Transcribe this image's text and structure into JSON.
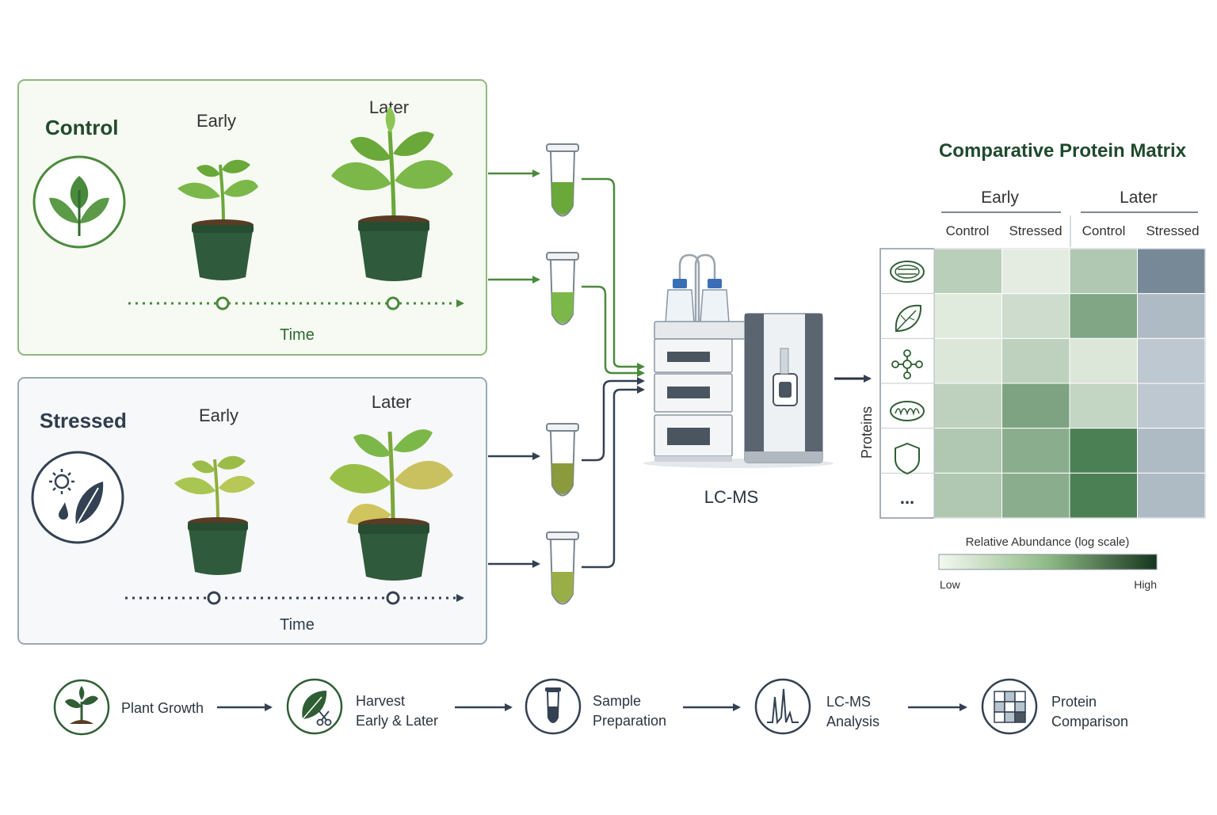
{
  "control_panel": {
    "title": "Control",
    "early_label": "Early",
    "later_label": "Later",
    "time_label": "Time"
  },
  "stressed_panel": {
    "title": "Stressed",
    "early_label": "Early",
    "later_label": "Later",
    "time_label": "Time"
  },
  "instrument": {
    "label": "LC-MS"
  },
  "matrix": {
    "title": "Comparative Protein Matrix",
    "groups": [
      "Early",
      "Later"
    ],
    "columns": [
      "Control",
      "Stressed",
      "Control",
      "Stressed"
    ],
    "row_axis_label": "Proteins",
    "row_icons": [
      "chloroplast-icon",
      "leaf-icon",
      "network-icon",
      "mitochondrion-icon",
      "shield-icon",
      "more-icon"
    ],
    "more_text": "...",
    "levels": [
      [
        0.3,
        0.08,
        0.35,
        0.92
      ],
      [
        0.1,
        0.2,
        0.6,
        0.4
      ],
      [
        0.12,
        0.28,
        0.12,
        0.25
      ],
      [
        0.28,
        0.62,
        0.25,
        0.25
      ],
      [
        0.35,
        0.55,
        0.88,
        0.4
      ],
      [
        0.35,
        0.55,
        0.88,
        0.4
      ]
    ],
    "colors": {
      "green_low": "#f3f7ef",
      "green_high": "#34703f",
      "blue_low": "#d8e0e6",
      "blue_high": "#6f8090"
    },
    "legend": {
      "title": "Relative Abundance (log scale)",
      "low": "Low",
      "high": "High"
    }
  },
  "workflow": [
    {
      "icon": "seedling-icon",
      "line1": "Plant Growth",
      "line2": ""
    },
    {
      "icon": "harvest-icon",
      "line1": "Harvest",
      "line2": "Early & Later"
    },
    {
      "icon": "tube-icon",
      "line1": "Sample",
      "line2": "Preparation"
    },
    {
      "icon": "spectrum-icon",
      "line1": "LC-MS",
      "line2": "Analysis"
    },
    {
      "icon": "grid-icon",
      "line1": "Protein",
      "line2": "Comparison"
    }
  ],
  "palette": {
    "dark_green": "#2f5e34",
    "accent_green": "#4a8a3c",
    "navy": "#334152",
    "pot": "#2f5a3b"
  }
}
